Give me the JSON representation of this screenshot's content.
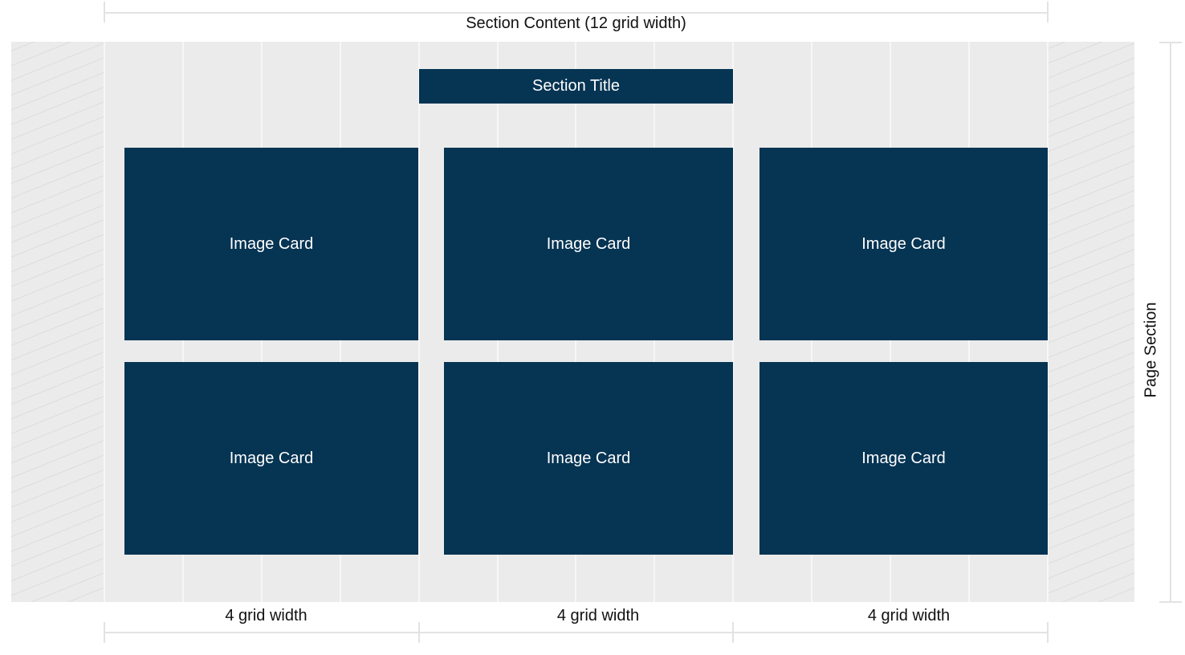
{
  "diagram": {
    "top_dimension_label": "Section Content (12 grid width)",
    "side_dimension_label": "Page Section",
    "section_title": "Section Title",
    "cards": [
      {
        "label": "Image Card"
      },
      {
        "label": "Image Card"
      },
      {
        "label": "Image Card"
      },
      {
        "label": "Image Card"
      },
      {
        "label": "Image Card"
      },
      {
        "label": "Image Card"
      }
    ],
    "bottom_dimension_labels": [
      "4 grid width",
      "4 grid width",
      "4 grid width"
    ],
    "colors": {
      "card_fill": "#063453",
      "page_background": "#ebebeb",
      "grid_lines": "#f7f7f7",
      "dimension_lines": "#e3e3e3"
    }
  }
}
